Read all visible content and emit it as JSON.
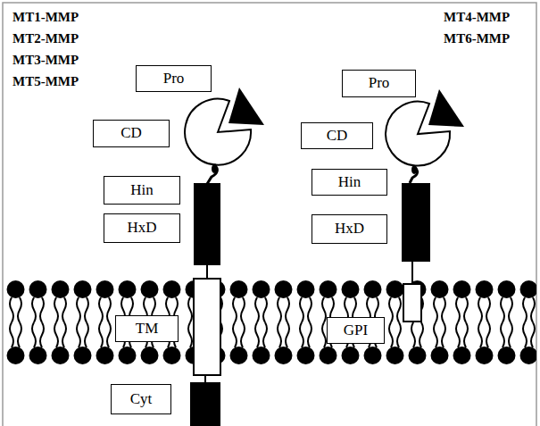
{
  "diagram": {
    "nodes": [
      {
        "text": [
          "Pro"
        ]
      },
      {
        "text": [
          "Pro"
        ]
      },
      {
        "text": [
          "CD"
        ]
      },
      {
        "text": [
          "CD"
        ]
      },
      {
        "text": [
          "Hin"
        ]
      },
      {
        "text": [
          "Hin"
        ]
      },
      {
        "text": [
          "HxD"
        ]
      },
      {
        "text": [
          "HxD"
        ]
      },
      {
        "text": [
          "TM"
        ]
      },
      {
        "text": [
          "GPI"
        ]
      },
      {
        "text": [
          "Cyt"
        ]
      }
    ],
    "labels": [
      "MT1-MMP",
      "MT2-MMP",
      "MT3-MMP",
      "MT5-MMP",
      "MT4-MMP",
      "MT6-MMP"
    ]
  }
}
